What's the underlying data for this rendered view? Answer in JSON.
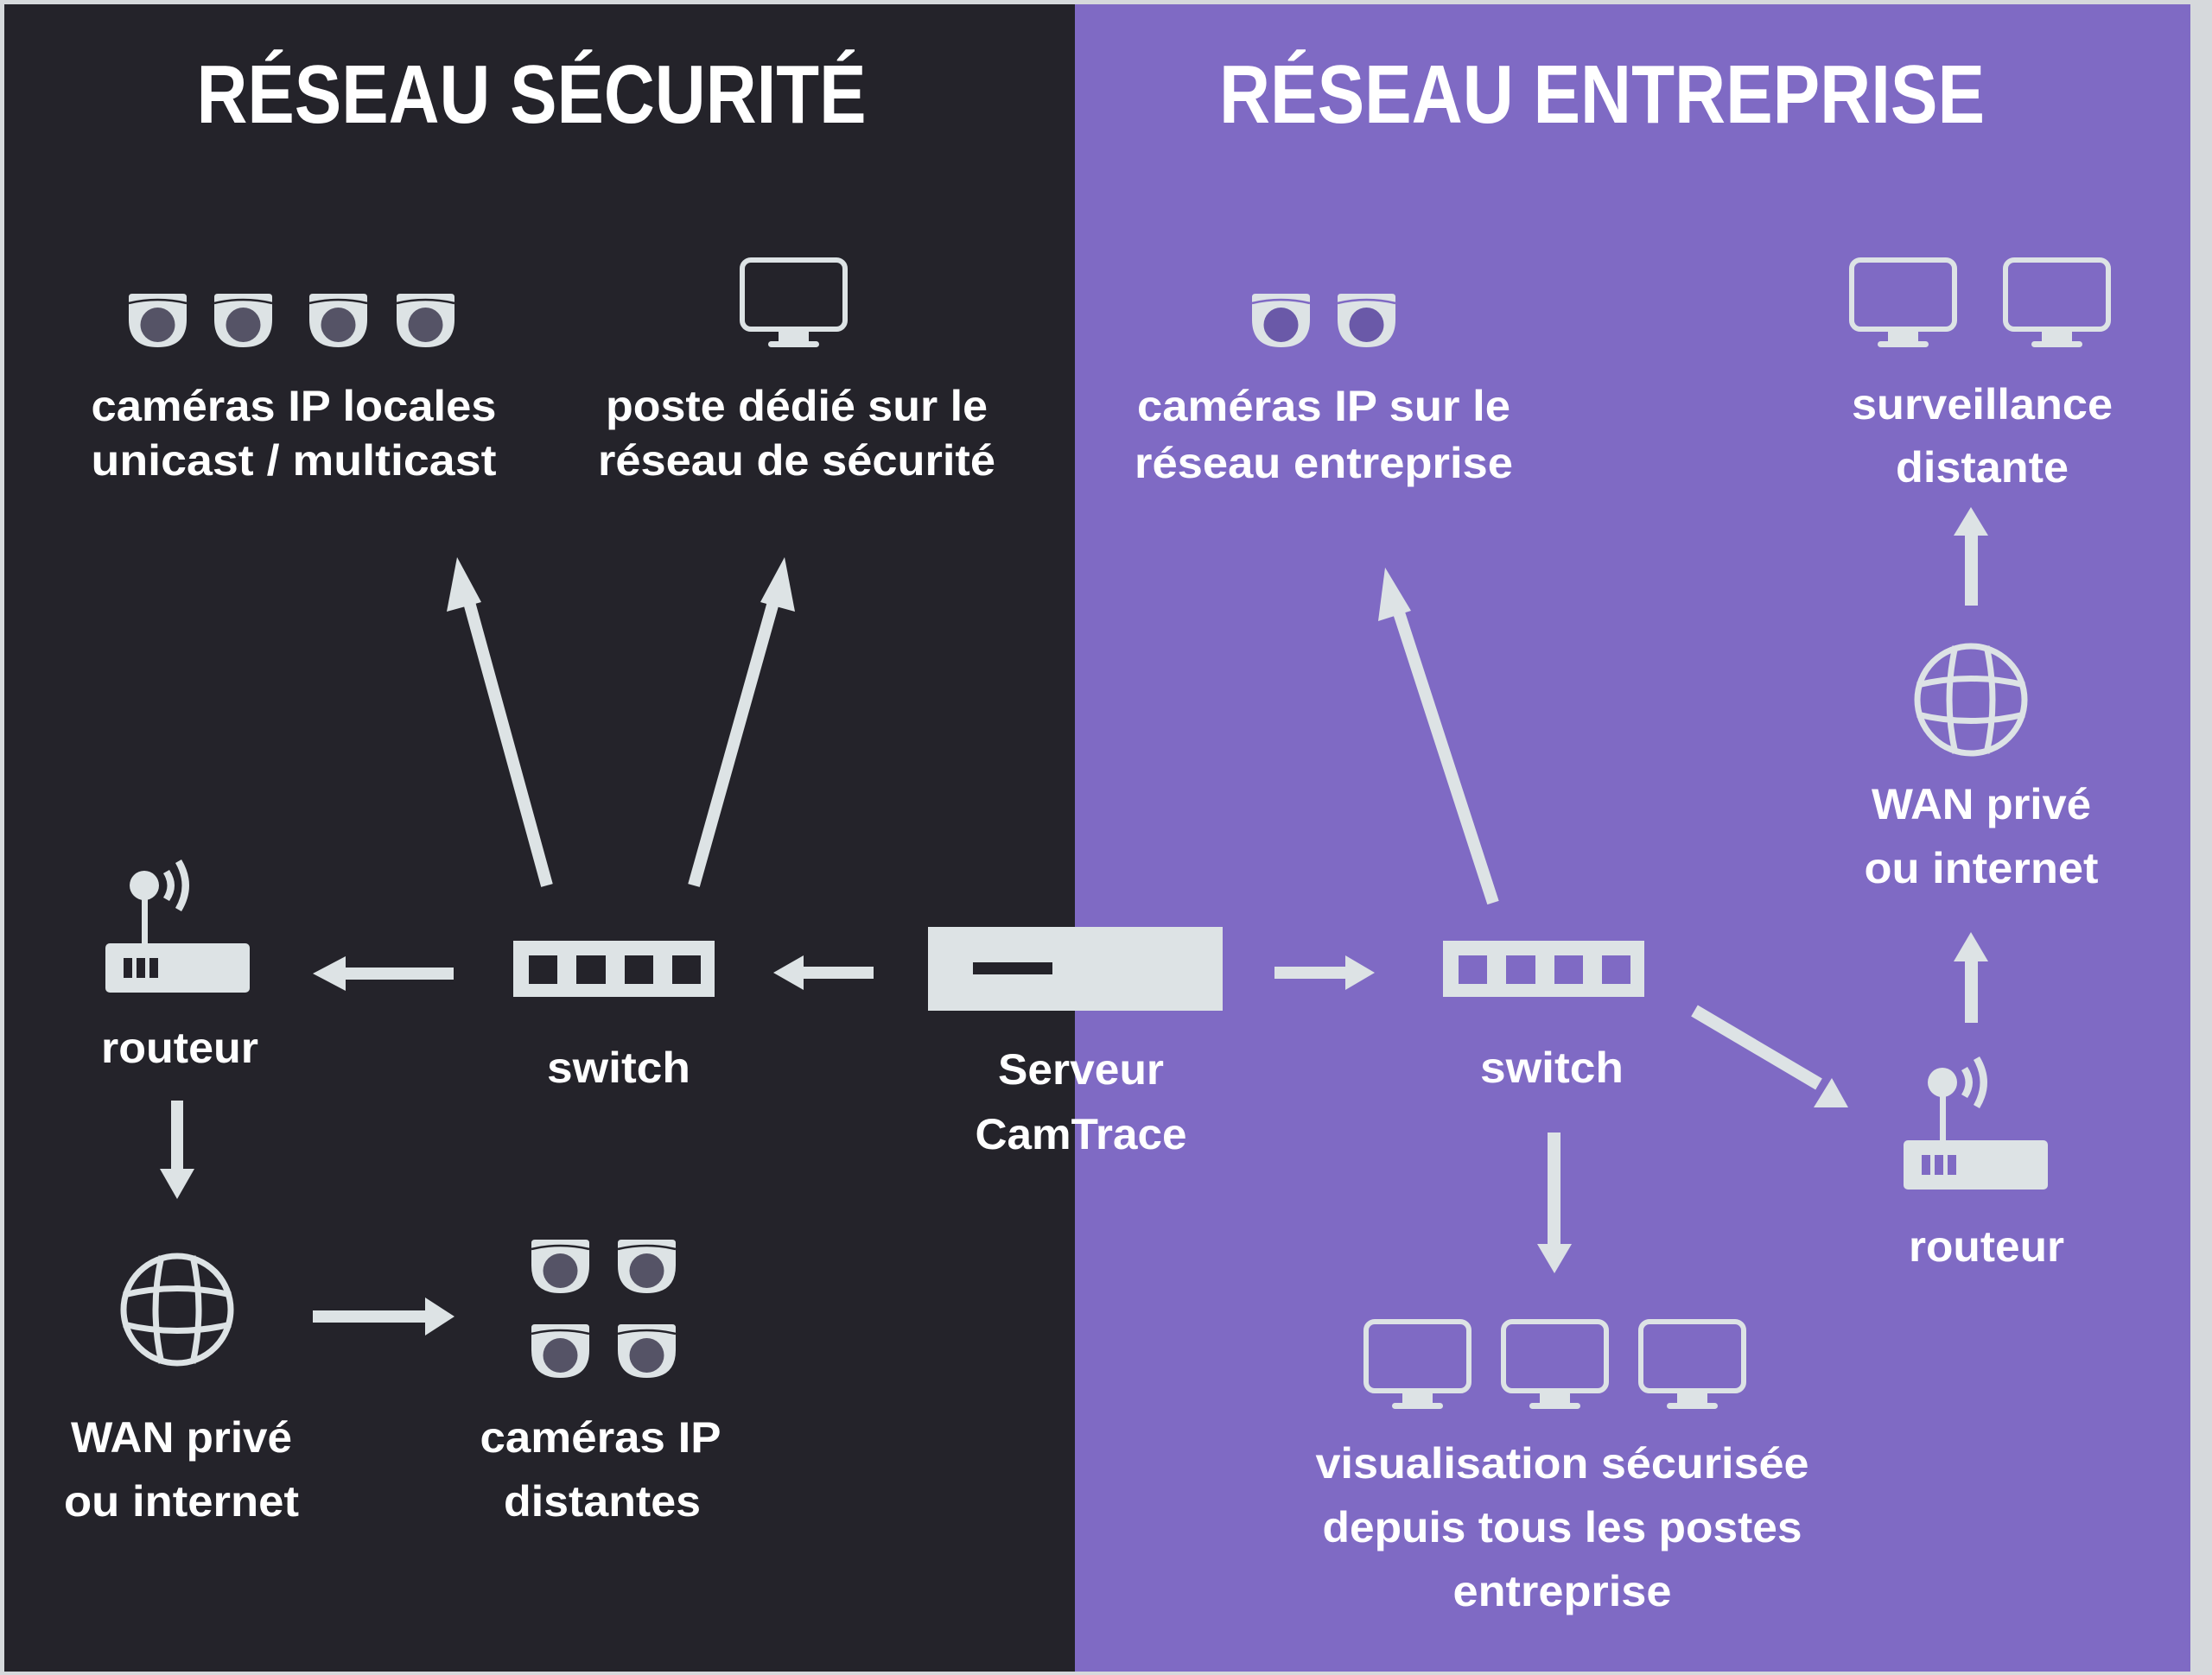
{
  "colors": {
    "security_bg": "#24232a",
    "enterprise_bg": "#7f6ac4",
    "icon": "#dde3e5",
    "lens_security": "#555366",
    "lens_enterprise": "#6a59a8",
    "text": "#ffffff"
  },
  "security": {
    "title": "RÉSEAU SÉCURITÉ",
    "local_cameras": {
      "icon": "dome-camera-icon",
      "count": 4,
      "line1": "caméras IP locales",
      "line2": "unicast / multicast"
    },
    "dedicated_station": {
      "icon": "monitor-icon",
      "count": 1,
      "line1": "poste dédié sur le",
      "line2": "réseau de sécurité"
    },
    "router": {
      "icon": "router-icon",
      "label": "routeur"
    },
    "switch": {
      "icon": "switch-icon",
      "label": "switch"
    },
    "wan": {
      "icon": "globe-icon",
      "line1": "WAN privé",
      "line2": "ou internet"
    },
    "remote_cameras": {
      "icon": "dome-camera-icon",
      "count": 4,
      "line1": "caméras IP",
      "line2": "distantes"
    }
  },
  "server": {
    "icon": "server-icon",
    "line1": "Serveur",
    "line2": "CamTrace"
  },
  "enterprise": {
    "title": "RÉSEAU ENTREPRISE",
    "cameras": {
      "icon": "dome-camera-icon",
      "count": 2,
      "line1": "caméras IP sur le",
      "line2": "réseau entreprise"
    },
    "remote_monitoring": {
      "icon": "monitor-icon",
      "count": 2,
      "line1": "surveillance",
      "line2": "distante"
    },
    "wan": {
      "icon": "globe-icon",
      "line1": "WAN privé",
      "line2": "ou internet"
    },
    "switch": {
      "icon": "switch-icon",
      "label": "switch"
    },
    "router": {
      "icon": "router-icon",
      "label": "routeur"
    },
    "workstations": {
      "icon": "monitor-icon",
      "count": 3,
      "line1": "visualisation sécurisée",
      "line2": "depuis tous les postes",
      "line3": "entreprise"
    }
  },
  "connections": [
    {
      "from": "server",
      "to": "security.switch"
    },
    {
      "from": "security.switch",
      "to": "security.router"
    },
    {
      "from": "security.switch",
      "to": "security.local_cameras"
    },
    {
      "from": "security.switch",
      "to": "security.dedicated_station"
    },
    {
      "from": "security.router",
      "to": "security.wan"
    },
    {
      "from": "security.wan",
      "to": "security.remote_cameras"
    },
    {
      "from": "server",
      "to": "enterprise.switch"
    },
    {
      "from": "enterprise.switch",
      "to": "enterprise.cameras"
    },
    {
      "from": "enterprise.switch",
      "to": "enterprise.workstations"
    },
    {
      "from": "enterprise.switch",
      "to": "enterprise.router"
    },
    {
      "from": "enterprise.router",
      "to": "enterprise.wan"
    },
    {
      "from": "enterprise.wan",
      "to": "enterprise.remote_monitoring"
    }
  ]
}
